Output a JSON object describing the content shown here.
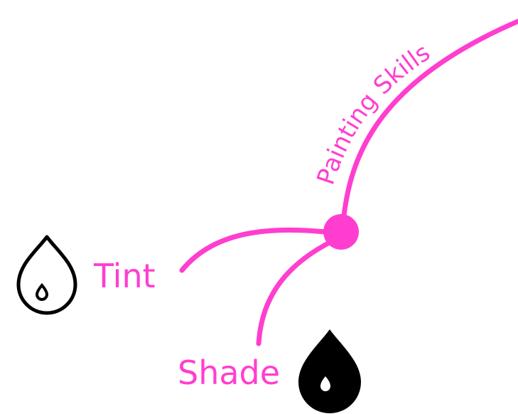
{
  "colors": {
    "accent": "#ff3ed0",
    "icon": "#000000",
    "background": "#ffffff"
  },
  "branch": {
    "label": "Painting Skills"
  },
  "nodes": [
    {
      "label": "Tint",
      "icon": "drop-outline-icon"
    },
    {
      "label": "Shade",
      "icon": "drop-filled-icon"
    }
  ]
}
